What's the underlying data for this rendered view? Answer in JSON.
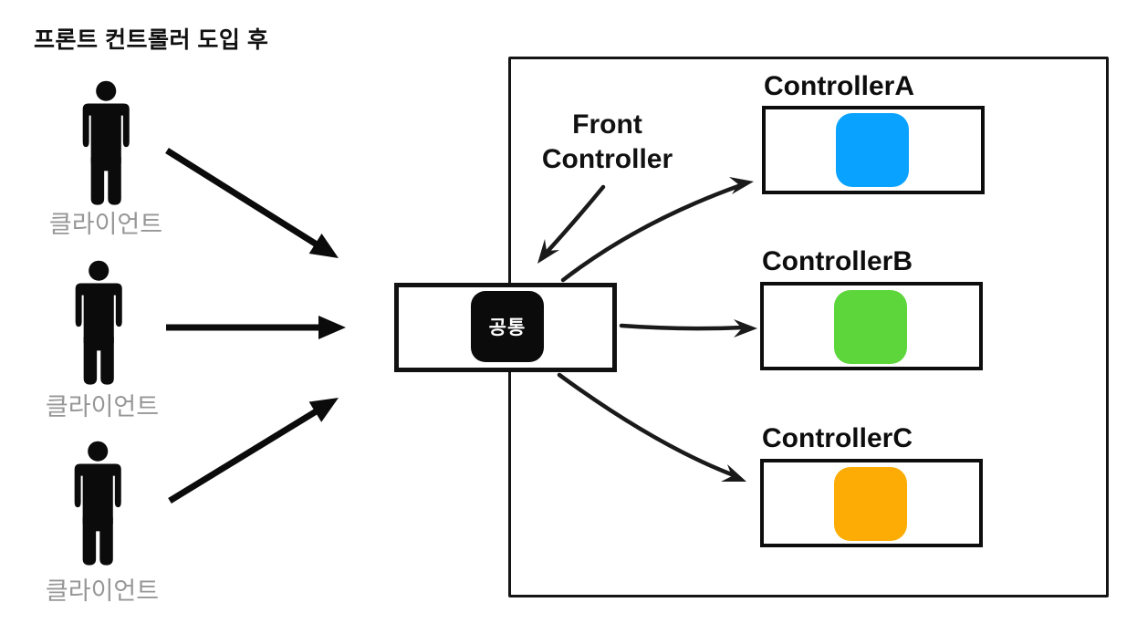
{
  "title": "프론트 컨트롤러 도입 후",
  "clients": [
    {
      "label": "클라이언트"
    },
    {
      "label": "클라이언트"
    },
    {
      "label": "클라이언트"
    }
  ],
  "front_controller": {
    "label_line1": "Front",
    "label_line2": "Controller",
    "box_label": "공통"
  },
  "controllers": [
    {
      "name": "ControllerA",
      "color": "#09A2FF"
    },
    {
      "name": "ControllerB",
      "color": "#5CD63B"
    },
    {
      "name": "ControllerC",
      "color": "#FCAC04"
    }
  ],
  "colors": {
    "diagram_stroke": "#111111",
    "client_label": "#979797"
  }
}
